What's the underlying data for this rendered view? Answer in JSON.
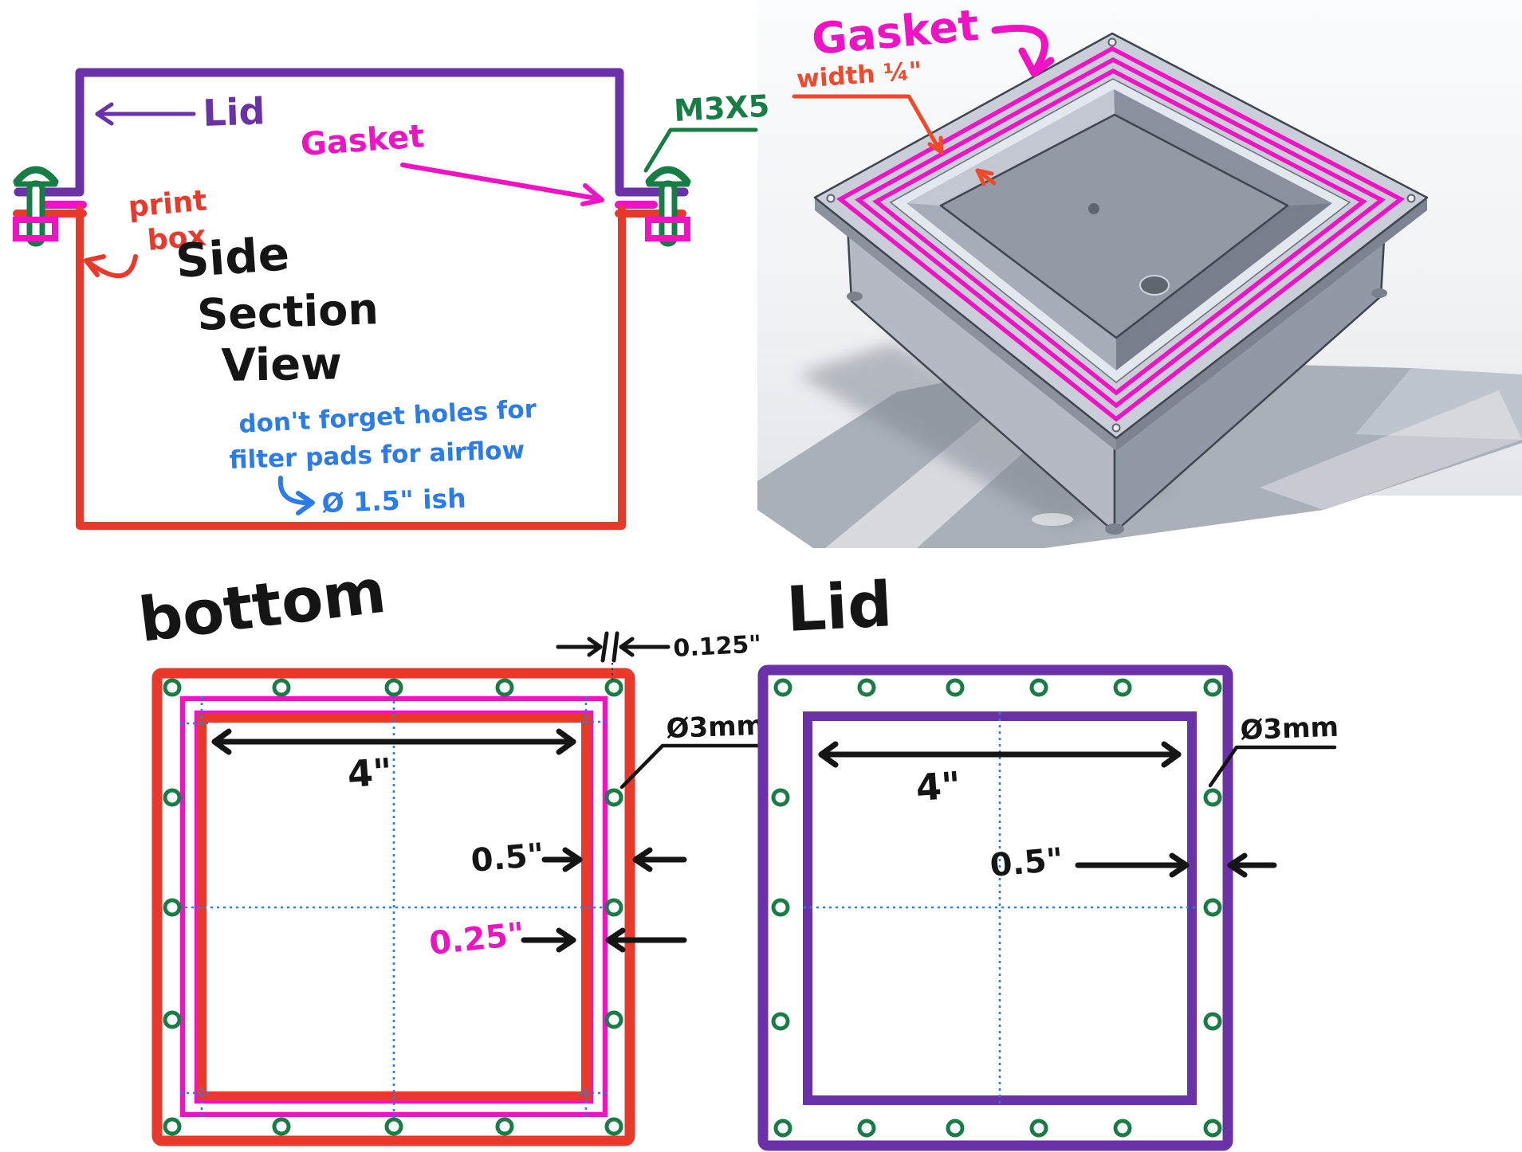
{
  "colors": {
    "lid_purple": "#6a31a8",
    "print_box_red": "#e8392a",
    "gasket_magenta": "#f013c3",
    "screw_green": "#177d45",
    "note_blue": "#2b7ce9",
    "annotation_orange": "#f2492b",
    "dimension_black": "#151515",
    "cad_body_gray": "#c9ced8"
  },
  "section_view": {
    "lid_label": "Lid",
    "gasket_label": "Gasket",
    "print_box_label": [
      "print",
      "box"
    ],
    "screw_label": "M3X5",
    "title": [
      "Side",
      "Section",
      "View"
    ],
    "notes": [
      "don't forget holes for",
      "filter pads for airflow",
      "Ø 1.5\" ish"
    ]
  },
  "cad_view": {
    "gasket_label": "Gasket",
    "gasket_width_label": "width ¼\""
  },
  "bottom_view": {
    "title": "bottom",
    "hole_offset_dim": "0.125\"",
    "hole_diameter_label": "Ø3mm",
    "inner_width_dim": "4\"",
    "flange_dim": "0.5\"",
    "gasket_width_dim": "0.25\""
  },
  "lid_view": {
    "title": "Lid",
    "hole_diameter_label": "Ø3mm",
    "inner_width_dim": "4\"",
    "flange_dim": "0.5\""
  }
}
